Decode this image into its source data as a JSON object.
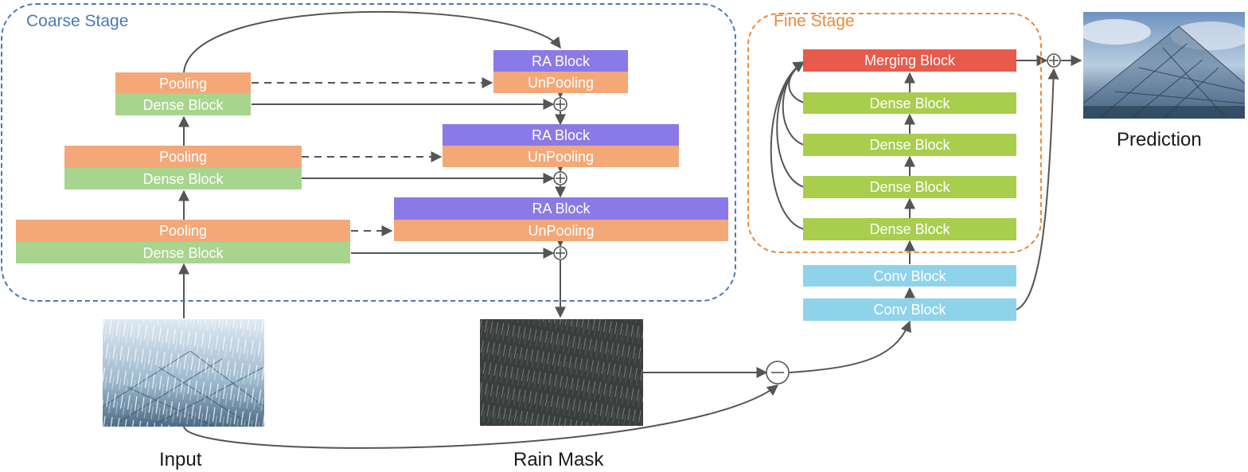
{
  "coarse_stage": {
    "label": "Coarse Stage",
    "color": "#4a78b8",
    "encoder": [
      {
        "pooling": "Pooling",
        "dense": "Dense Block"
      },
      {
        "pooling": "Pooling",
        "dense": "Dense Block"
      },
      {
        "pooling": "Pooling",
        "dense": "Dense Block"
      }
    ],
    "decoder": [
      {
        "ra": "RA Block",
        "unpooling": "UnPooling"
      },
      {
        "ra": "RA Block",
        "unpooling": "UnPooling"
      },
      {
        "ra": "RA Block",
        "unpooling": "UnPooling"
      }
    ]
  },
  "fine_stage": {
    "label": "Fine Stage",
    "color": "#e88a3a",
    "merging": "Merging Block",
    "dense_blocks": [
      "Dense Block",
      "Dense Block",
      "Dense Block",
      "Dense Block"
    ]
  },
  "conv_blocks": [
    "Conv Block",
    "Conv Block"
  ],
  "operators": {
    "add": "⊕",
    "subtract": "⊖"
  },
  "captions": {
    "input": "Input",
    "rain_mask": "Rain Mask",
    "prediction": "Prediction"
  },
  "colors": {
    "pooling": "#f4a878",
    "dense": "#a8d58e",
    "ra": "#8a7ae8",
    "merging": "#e85a4a",
    "fine_dense": "#a9cd4d",
    "conv": "#8fd3ea",
    "wire": "#555555"
  }
}
